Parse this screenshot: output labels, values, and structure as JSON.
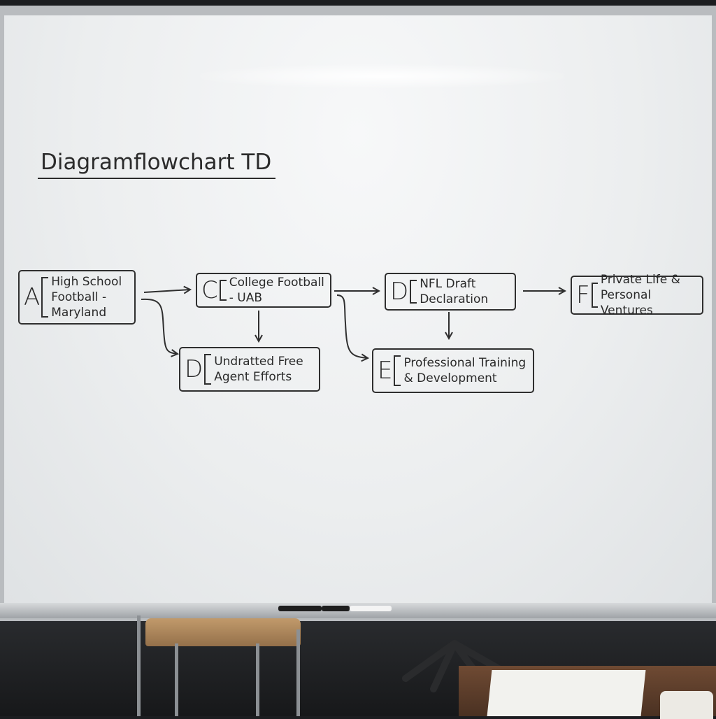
{
  "title": "Diagramflowchart TD",
  "nodes": [
    {
      "id": "A",
      "letter": "A",
      "label": "High School\nFootball -\nMaryland"
    },
    {
      "id": "C",
      "letter": "C",
      "label": "College Football\n- UAB"
    },
    {
      "id": "D1",
      "letter": "D",
      "label": "NFL Draft\nDeclaration"
    },
    {
      "id": "F",
      "letter": "F",
      "label": "Private Life &\nPersonal Ventures"
    },
    {
      "id": "D2",
      "letter": "D",
      "label": "Undratted Free\nAgent Efforts"
    },
    {
      "id": "E",
      "letter": "E",
      "label": "Professional Training\n& Development"
    }
  ],
  "edges": [
    {
      "from": "A",
      "to": "C"
    },
    {
      "from": "A",
      "to": "D2"
    },
    {
      "from": "C",
      "to": "D2"
    },
    {
      "from": "C",
      "to": "D1"
    },
    {
      "from": "C",
      "to": "E"
    },
    {
      "from": "D1",
      "to": "E"
    },
    {
      "from": "D1",
      "to": "F"
    }
  ],
  "colors": {
    "ink": "#2f2f2f",
    "board": "#eceeef",
    "marker_black": "#1e1e1e",
    "marker_white": "#f4f4f4"
  }
}
